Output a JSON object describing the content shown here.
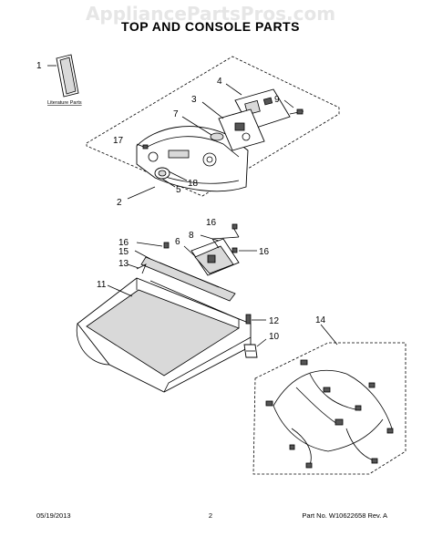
{
  "watermark": "AppliancePartsPros.com",
  "title": "TOP AND CONSOLE PARTS",
  "literature_label": "Literature Parts",
  "callouts": {
    "c1": "1",
    "c2": "2",
    "c3": "3",
    "c4": "4",
    "c5": "5",
    "c6": "6",
    "c7": "7",
    "c8": "8",
    "c9": "9",
    "c10": "10",
    "c11": "11",
    "c12": "12",
    "c13": "13",
    "c14": "14",
    "c15": "15",
    "c16a": "16",
    "c16b": "16",
    "c16c": "16",
    "c17": "17",
    "c18": "18"
  },
  "footer": {
    "date": "05/19/2013",
    "page": "2",
    "part_no": "Part No. W10622658  Rev. A"
  }
}
